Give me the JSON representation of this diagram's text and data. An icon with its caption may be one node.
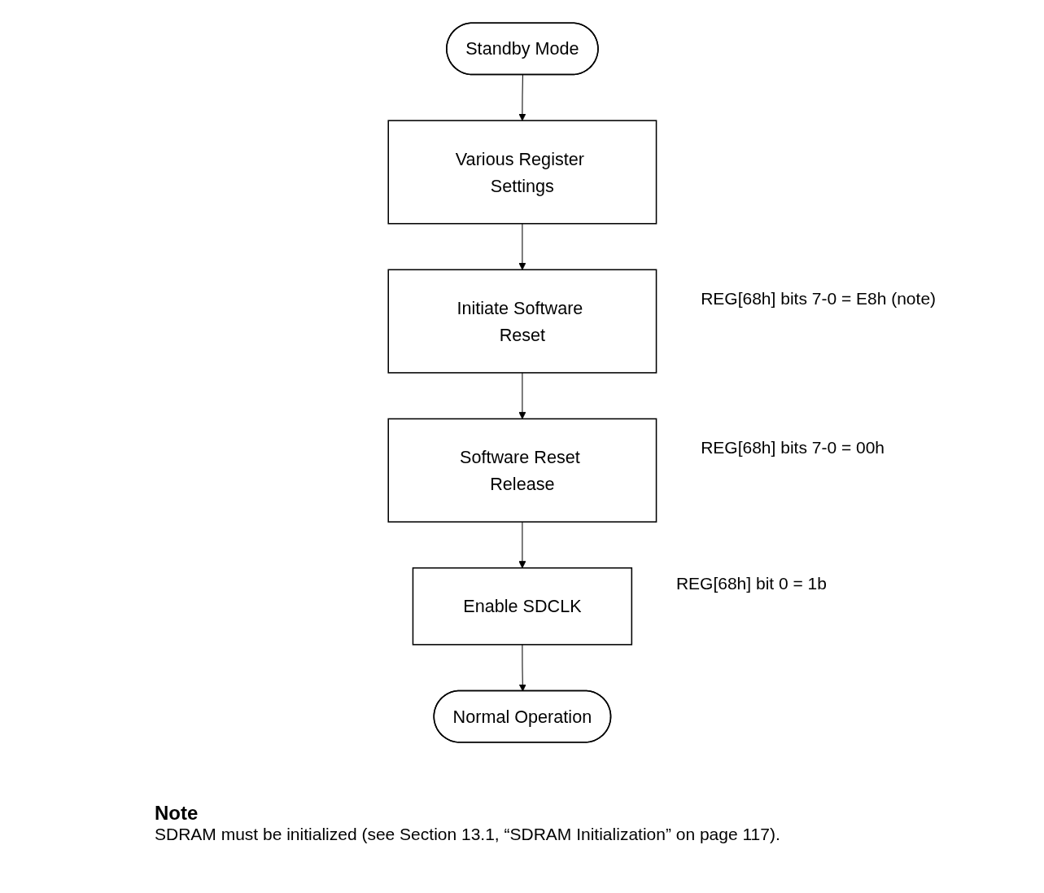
{
  "diagram": {
    "nodes": [
      {
        "text": [
          "Standby Mode"
        ]
      },
      {
        "text": [
          "Various Register Settings"
        ]
      },
      {
        "text": [
          "Initiate Software Reset"
        ],
        "beside": [
          "REG[68h] bits 7-0 = E8h (note)"
        ]
      },
      {
        "text": [
          "Software Reset Release"
        ],
        "beside": [
          "REG[68h] bits 7-0 = 00h"
        ]
      },
      {
        "text": [
          "Enable SDCLK"
        ],
        "beside": [
          "REG[68h] bit 0 = 1b"
        ]
      },
      {
        "text": [
          "Normal Operation"
        ]
      }
    ],
    "edges": [
      {
        "from": 0,
        "to": 1,
        "arrow": "to"
      },
      {
        "from": 1,
        "to": 2,
        "arrow": "to"
      },
      {
        "from": 2,
        "to": 3,
        "arrow": "to"
      },
      {
        "from": 3,
        "to": 4,
        "arrow": "to"
      },
      {
        "from": 4,
        "to": 5,
        "arrow": "to"
      }
    ],
    "labels": [
      "Note",
      "SDRAM must be initialized (see Section 13.1, “SDRAM Initialization” on page 117)."
    ]
  }
}
